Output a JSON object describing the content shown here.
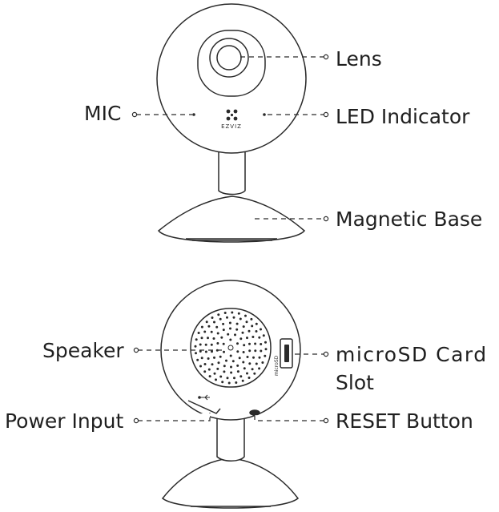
{
  "brand_mark": "EZVIZ",
  "front_view": {
    "callouts": {
      "lens": "Lens",
      "mic": "MIC",
      "led_indicator": "LED Indicator",
      "magnetic_base": "Magnetic Base"
    }
  },
  "back_view": {
    "callouts": {
      "speaker": "Speaker",
      "microsd_slot_line1": "microSD Card",
      "microsd_slot_line2": "Slot",
      "power_input": "Power Input",
      "reset_button": "RESET Button"
    },
    "slot_marking": "microSD"
  },
  "colors": {
    "line": "#2a2a2a",
    "fill": "#ffffff",
    "text": "#1f1f1f"
  }
}
